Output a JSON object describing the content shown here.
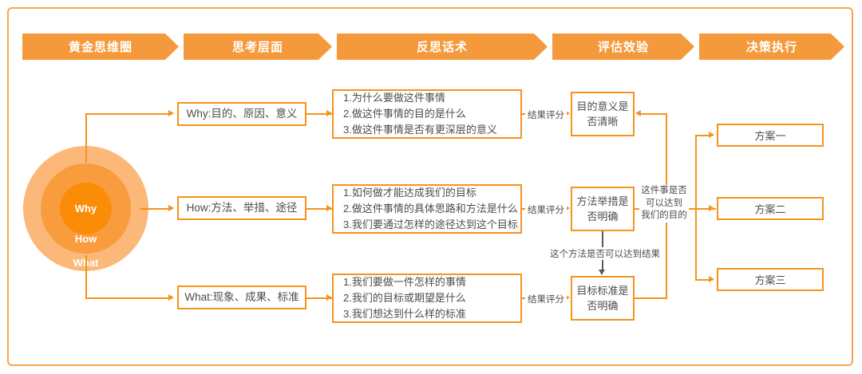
{
  "diagram": {
    "title_banner": {
      "segments": [
        {
          "label": "黄金思维圈"
        },
        {
          "label": "思考层面"
        },
        {
          "label": "反思话术"
        },
        {
          "label": "评估效验"
        },
        {
          "label": "决策执行"
        }
      ]
    },
    "golden_circle": {
      "rings": [
        {
          "label": "Why",
          "color": "#fb8c08"
        },
        {
          "label": "How",
          "color": "#f99c3e"
        },
        {
          "label": "What",
          "color": "#fbb878"
        }
      ]
    },
    "levels": [
      {
        "label": "Why:目的、原因、意义"
      },
      {
        "label": "How:方法、举措、途径"
      },
      {
        "label": "What:现象、成果、标准"
      }
    ],
    "questions": [
      {
        "lines": [
          "1.为什么要做这件事情",
          "2.做这件事情的目的是什么",
          "3.做这件事情是否有更深层的意义"
        ]
      },
      {
        "lines": [
          "1.如何做才能达成我们的目标",
          "2.做这件事情的具体思路和方法是什么",
          "3.我们要通过怎样的途径达到这个目标"
        ]
      },
      {
        "lines": [
          "1.我们要做一件怎样的事情",
          "2.我们的目标或期望是什么",
          "3.我们想达到什么样的标准"
        ]
      }
    ],
    "score_labels": [
      "结果评分",
      "结果评分",
      "结果评分"
    ],
    "evaluations": [
      {
        "lines": [
          "目的意义是",
          "否清晰"
        ]
      },
      {
        "lines": [
          "方法举措是",
          "否明确"
        ]
      },
      {
        "lines": [
          "目标标准是",
          "否明确"
        ]
      }
    ],
    "feedback_labels": {
      "purpose_check": [
        "这件事是否",
        "可以达到",
        "我们的目的"
      ],
      "method_check": "这个方法是否可以达到结果"
    },
    "solutions": [
      {
        "label": "方案一"
      },
      {
        "label": "方案二"
      },
      {
        "label": "方案三"
      }
    ],
    "colors": {
      "accent": "#f5931e",
      "banner": "#f59a3c",
      "frame": "#f7a64b",
      "ring_inner": "#fb8c08",
      "ring_mid": "#f99c3e",
      "ring_outer": "#fbb878",
      "text": "#4d4d4d"
    }
  }
}
